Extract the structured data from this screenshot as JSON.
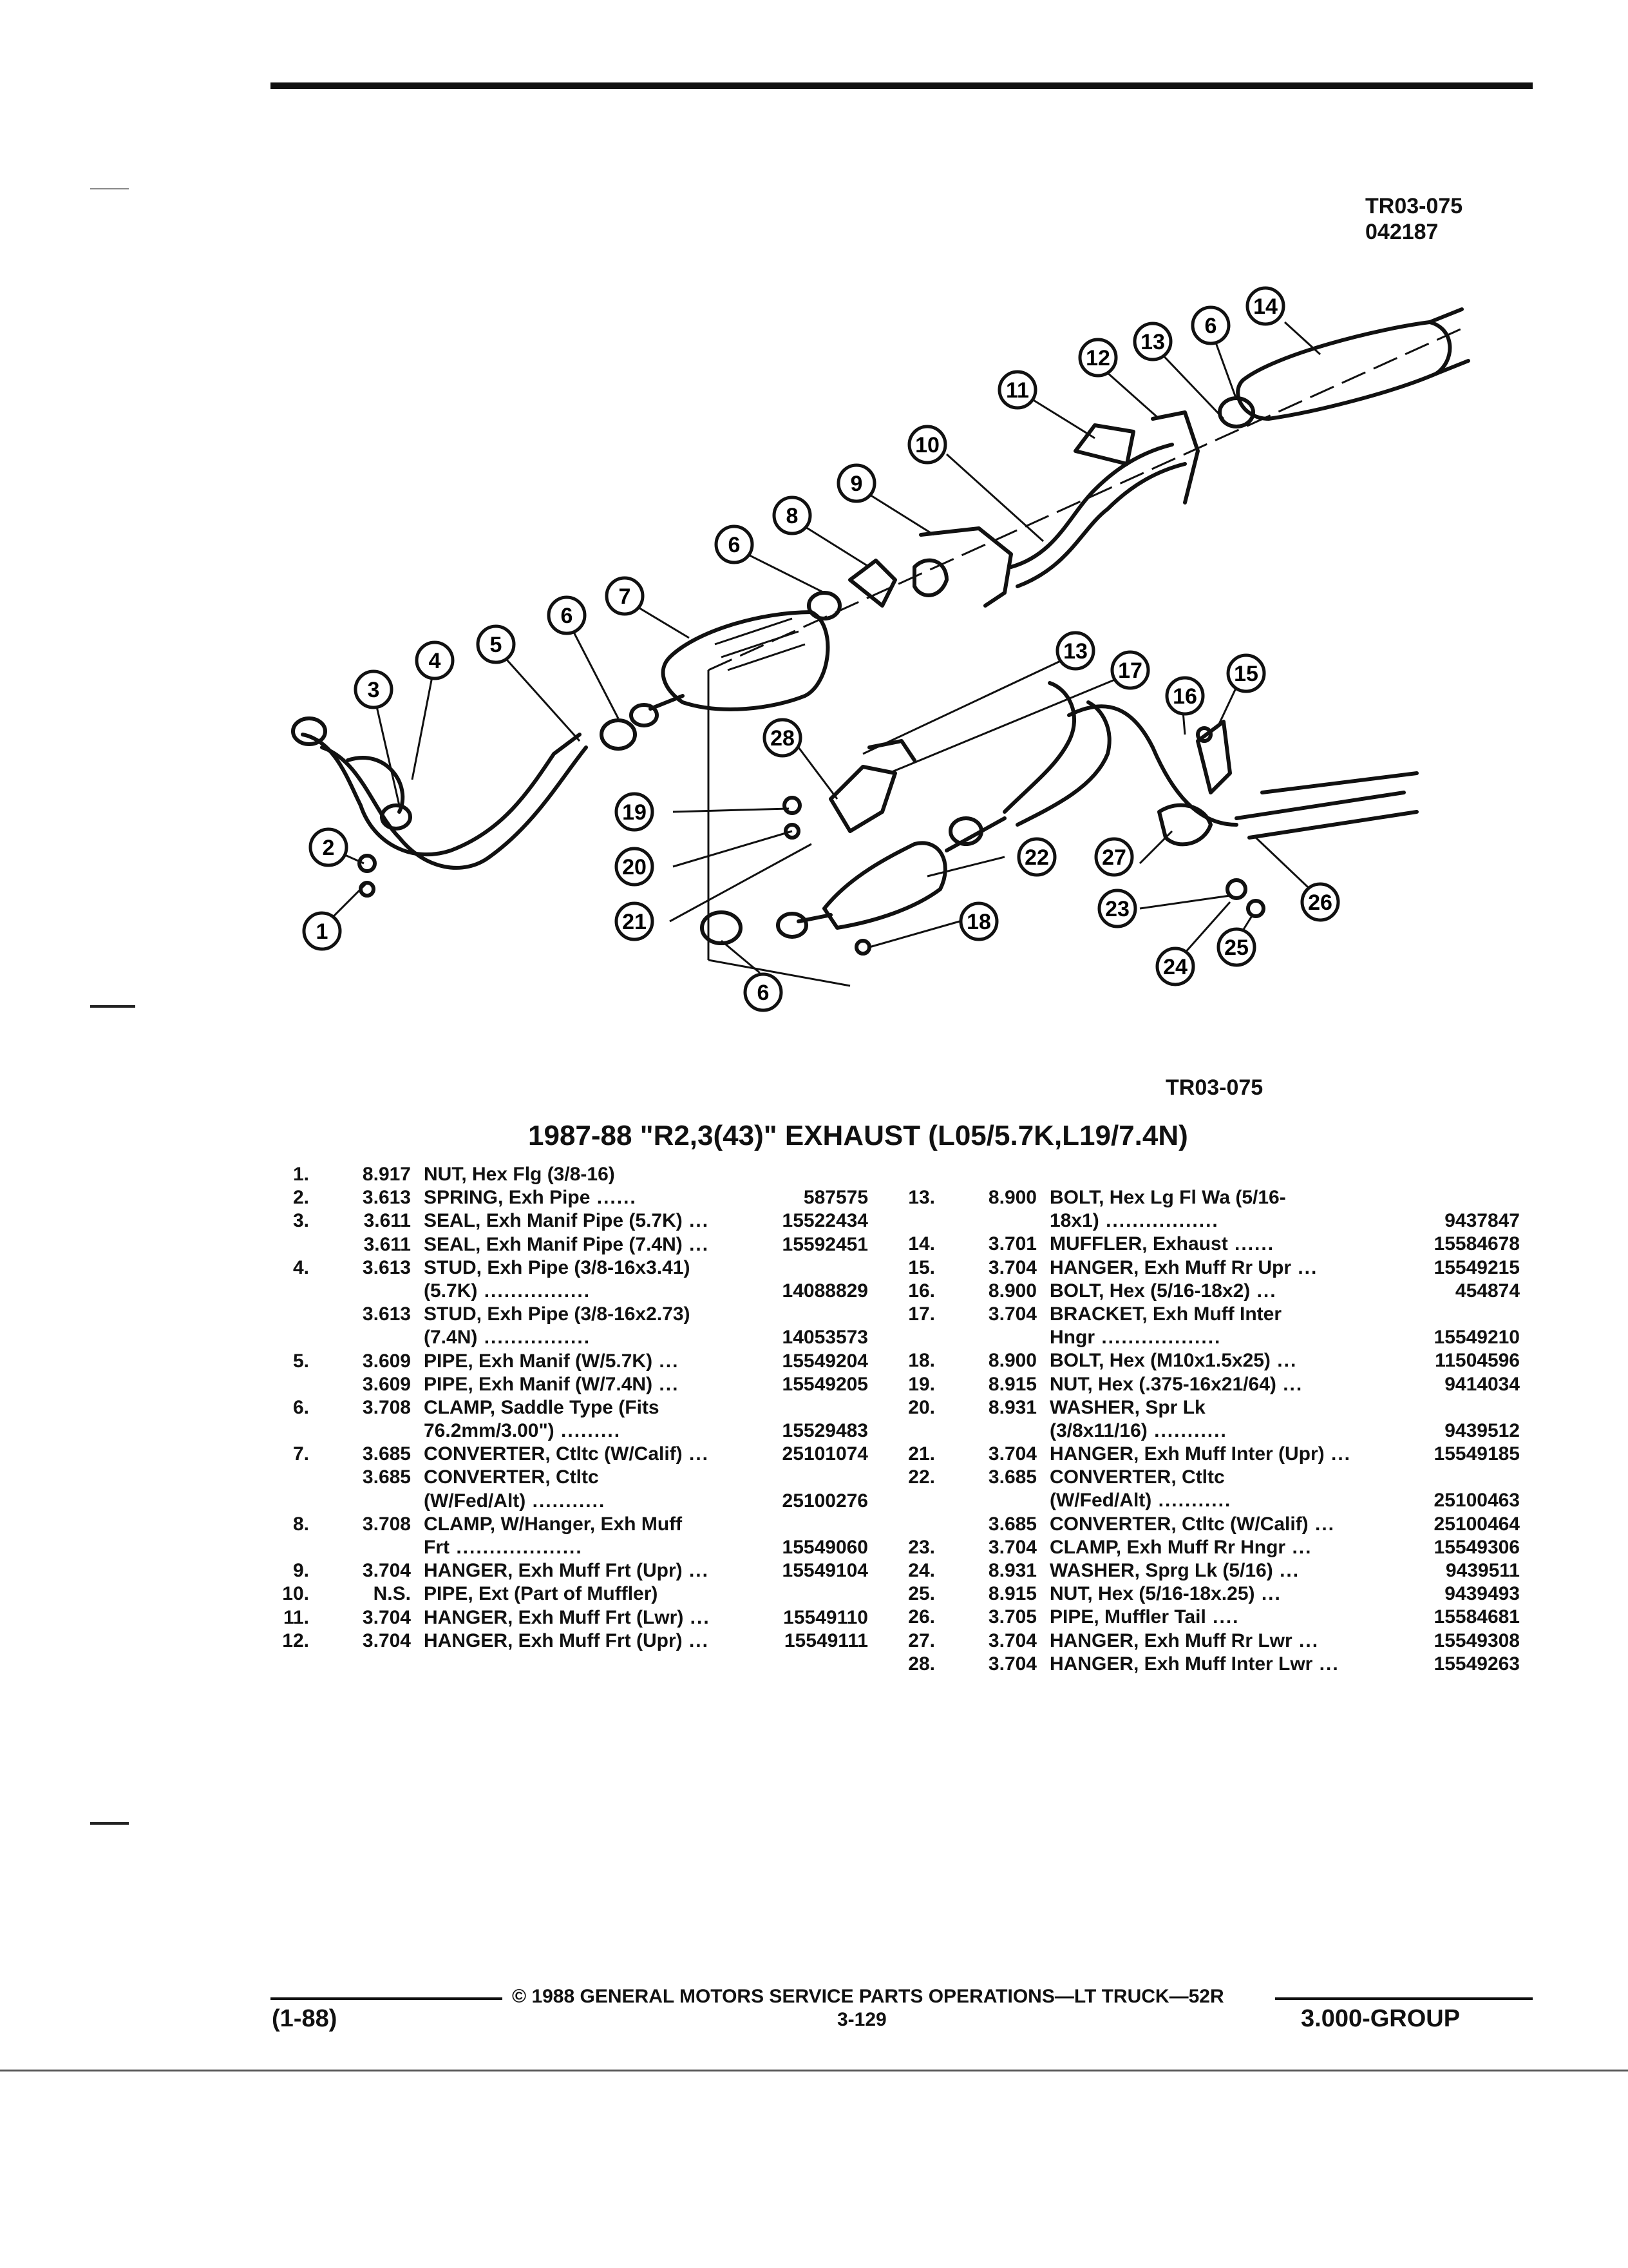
{
  "header": {
    "diagram_code": "TR03-075",
    "diagram_date": "042187"
  },
  "diagram": {
    "caption": "TR03-075",
    "callouts": [
      "1",
      "2",
      "3",
      "4",
      "5",
      "6",
      "6",
      "6",
      "6",
      "7",
      "8",
      "9",
      "10",
      "11",
      "12",
      "13",
      "13",
      "14",
      "15",
      "16",
      "17",
      "18",
      "19",
      "20",
      "21",
      "22",
      "23",
      "24",
      "25",
      "26",
      "27",
      "28"
    ]
  },
  "title": "1987-88 \"R2,3(43)\" EXHAUST (L05/5.7K,L19/7.4N)",
  "left_column": [
    {
      "num": "1.",
      "group": "8.917",
      "name": "NUT,",
      "rest": " Hex Flg (3/8-16)",
      "pn": ""
    },
    {
      "num": "2.",
      "group": "3.613",
      "name": "SPRING,",
      "rest": " Exh Pipe",
      "pn": "587575"
    },
    {
      "num": "3.",
      "group": "3.611",
      "name": "SEAL,",
      "rest": " Exh Manif Pipe (5.7K)",
      "pn": "15522434"
    },
    {
      "num": "",
      "group": "3.611",
      "name": "SEAL,",
      "rest": " Exh Manif Pipe (7.4N)",
      "pn": "15592451"
    },
    {
      "num": "4.",
      "group": "3.613",
      "name": "STUD,",
      "rest": " Exh Pipe (3/8-16x3.41)",
      "pn": ""
    },
    {
      "num": "",
      "group": "",
      "name": "",
      "rest": "(5.7K)",
      "pn": "14088829"
    },
    {
      "num": "",
      "group": "3.613",
      "name": "STUD,",
      "rest": " Exh Pipe (3/8-16x2.73)",
      "pn": ""
    },
    {
      "num": "",
      "group": "",
      "name": "",
      "rest": "(7.4N)",
      "pn": "14053573"
    },
    {
      "num": "5.",
      "group": "3.609",
      "name": "PIPE,",
      "rest": " Exh Manif (W/5.7K)",
      "pn": "15549204"
    },
    {
      "num": "",
      "group": "3.609",
      "name": "PIPE,",
      "rest": " Exh Manif (W/7.4N)",
      "pn": "15549205"
    },
    {
      "num": "6.",
      "group": "3.708",
      "name": "CLAMP,",
      "rest": " Saddle Type (Fits",
      "pn": ""
    },
    {
      "num": "",
      "group": "",
      "name": "",
      "rest": "76.2mm/3.00\")",
      "pn": "15529483"
    },
    {
      "num": "7.",
      "group": "3.685",
      "name": "CONVERTER,",
      "rest": " Ctltc (W/Calif)",
      "pn": "25101074"
    },
    {
      "num": "",
      "group": "3.685",
      "name": "CONVERTER,",
      "rest": " Ctltc",
      "pn": ""
    },
    {
      "num": "",
      "group": "",
      "name": "",
      "rest": "(W/Fed/Alt)",
      "pn": "25100276"
    },
    {
      "num": "8.",
      "group": "3.708",
      "name": "CLAMP,",
      "rest": " W/Hanger, Exh Muff",
      "pn": ""
    },
    {
      "num": "",
      "group": "",
      "name": "",
      "rest": "Frt",
      "pn": "15549060"
    },
    {
      "num": "9.",
      "group": "3.704",
      "name": "HANGER,",
      "rest": " Exh Muff Frt (Upr)",
      "pn": "15549104"
    },
    {
      "num": "10.",
      "group": "N.S.",
      "name": "PIPE,",
      "rest": " Ext (Part of Muffler)",
      "pn": ""
    },
    {
      "num": "11.",
      "group": "3.704",
      "name": "HANGER,",
      "rest": " Exh Muff Frt (Lwr)",
      "pn": "15549110"
    },
    {
      "num": "12.",
      "group": "3.704",
      "name": "HANGER,",
      "rest": " Exh Muff Frt (Upr)",
      "pn": "15549111"
    }
  ],
  "right_column": [
    {
      "num": "13.",
      "group": "8.900",
      "name": "BOLT,",
      "rest": " Hex Lg Fl Wa (5/16-",
      "pn": ""
    },
    {
      "num": "",
      "group": "",
      "name": "",
      "rest": "18x1)",
      "pn": "9437847"
    },
    {
      "num": "14.",
      "group": "3.701",
      "name": "MUFFLER,",
      "rest": " Exhaust",
      "pn": "15584678"
    },
    {
      "num": "15.",
      "group": "3.704",
      "name": "HANGER,",
      "rest": " Exh Muff Rr Upr",
      "pn": "15549215"
    },
    {
      "num": "16.",
      "group": "8.900",
      "name": "BOLT,",
      "rest": " Hex (5/16-18x2)",
      "pn": "454874"
    },
    {
      "num": "17.",
      "group": "3.704",
      "name": "BRACKET,",
      "rest": " Exh Muff Inter",
      "pn": ""
    },
    {
      "num": "",
      "group": "",
      "name": "",
      "rest": "Hngr",
      "pn": "15549210"
    },
    {
      "num": "18.",
      "group": "8.900",
      "name": "BOLT,",
      "rest": " Hex (M10x1.5x25)",
      "pn": "11504596"
    },
    {
      "num": "19.",
      "group": "8.915",
      "name": "NUT,",
      "rest": " Hex (.375-16x21/64)",
      "pn": "9414034"
    },
    {
      "num": "20.",
      "group": "8.931",
      "name": "WASHER,",
      "rest": " Spr Lk",
      "pn": ""
    },
    {
      "num": "",
      "group": "",
      "name": "",
      "rest": "(3/8x11/16)",
      "pn": "9439512"
    },
    {
      "num": "21.",
      "group": "3.704",
      "name": "HANGER,",
      "rest": " Exh Muff Inter (Upr)",
      "pn": "15549185"
    },
    {
      "num": "22.",
      "group": "3.685",
      "name": "CONVERTER,",
      "rest": " Ctltc",
      "pn": ""
    },
    {
      "num": "",
      "group": "",
      "name": "",
      "rest": "(W/Fed/Alt)",
      "pn": "25100463"
    },
    {
      "num": "",
      "group": "3.685",
      "name": "CONVERTER,",
      "rest": " Ctltc (W/Calif)",
      "pn": "25100464"
    },
    {
      "num": "23.",
      "group": "3.704",
      "name": "CLAMP,",
      "rest": " Exh Muff Rr Hngr",
      "pn": "15549306"
    },
    {
      "num": "24.",
      "group": "8.931",
      "name": "WASHER,",
      "rest": " Sprg Lk (5/16)",
      "pn": "9439511"
    },
    {
      "num": "25.",
      "group": "8.915",
      "name": "NUT,",
      "rest": " Hex (5/16-18x.25)",
      "pn": "9439493"
    },
    {
      "num": "26.",
      "group": "3.705",
      "name": "PIPE,",
      "rest": " Muffler Tail",
      "pn": "15584681"
    },
    {
      "num": "27.",
      "group": "3.704",
      "name": "HANGER,",
      "rest": " Exh Muff Rr Lwr",
      "pn": "15549308"
    },
    {
      "num": "28.",
      "group": "3.704",
      "name": "HANGER,",
      "rest": " Exh Muff Inter Lwr",
      "pn": "15549263"
    }
  ],
  "footer": {
    "copyright": "© 1988 GENERAL MOTORS SERVICE PARTS OPERATIONS—LT TRUCK—52R",
    "revision": "(1-88)",
    "page": "3-129",
    "group": "3.000-GROUP"
  }
}
